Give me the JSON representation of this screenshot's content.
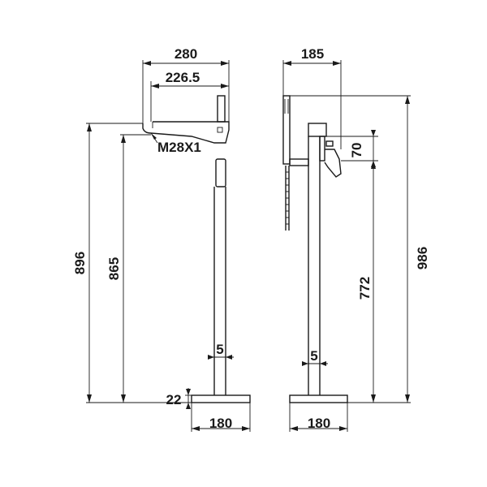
{
  "dimensions": {
    "front_width_overall": "280",
    "front_width_spout": "226.5",
    "thread": "M28X1",
    "front_height_total": "896",
    "front_height_spout": "865",
    "front_wall": "5",
    "front_base_height": "22",
    "front_base_width": "180",
    "side_width_top": "185",
    "side_height_total": "986",
    "side_inlet_offset": "70",
    "side_height_inlet": "772",
    "side_wall": "5",
    "side_base_width": "180"
  },
  "colors": {
    "line": "#1a1a1a",
    "background": "#ffffff"
  }
}
